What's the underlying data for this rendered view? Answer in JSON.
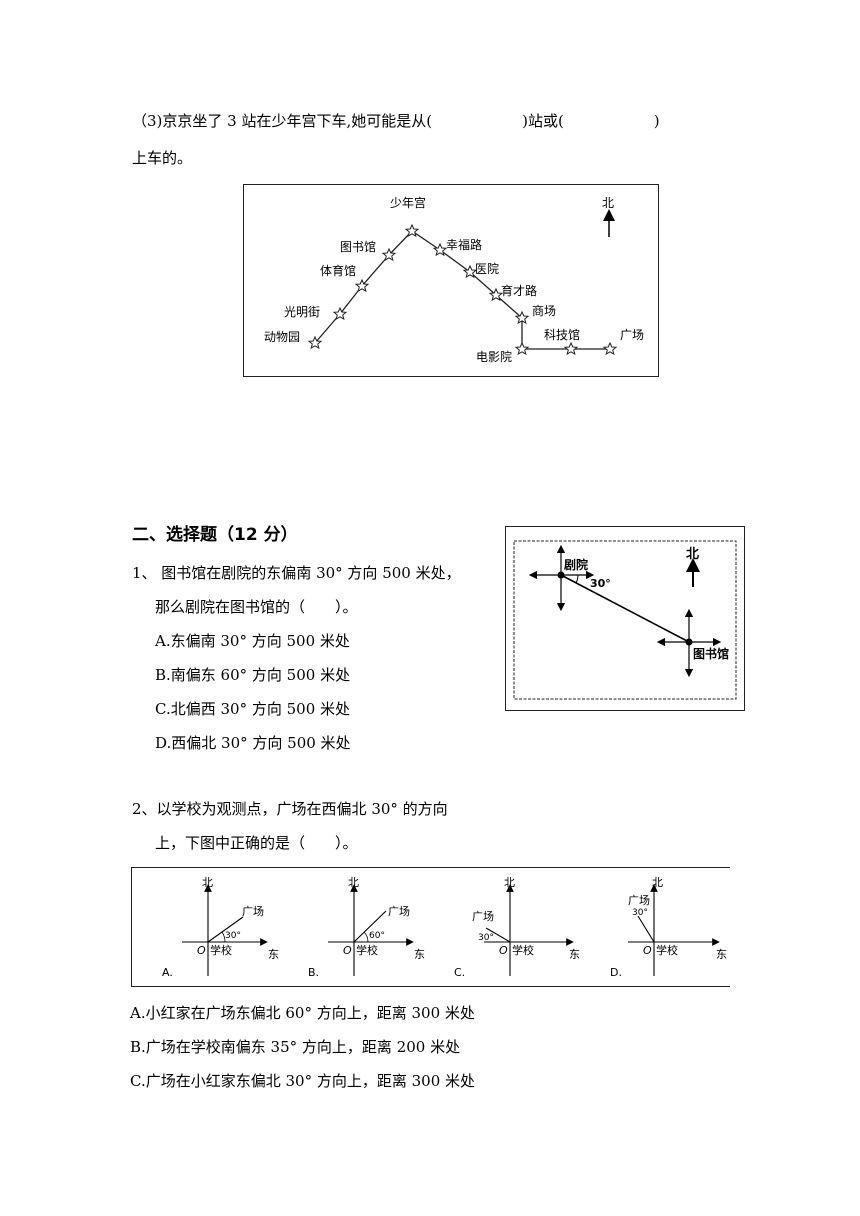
{
  "q3": {
    "line1": "（3)京京坐了 3 站在少年宫下车,她可能是从(　　　　　　)站或(　　　　　　)",
    "line2": "上车的。"
  },
  "route_map": {
    "north": "北",
    "stations": [
      "少年宫",
      "图书馆",
      "体育馆",
      "光明街",
      "动物园",
      "幸福路",
      "医院",
      "育才路",
      "商场",
      "电影院",
      "科技馆",
      "广场"
    ]
  },
  "section2": {
    "title": "二、选择题（12 分）"
  },
  "q1": {
    "stem1": "1、 图书馆在剧院的东偏南 30°  方向 500 米处，",
    "stem2": "那么剧院在图书馆的（　　）。",
    "options": [
      "A.东偏南 30°  方向 500 米处",
      "B.南偏东 60°  方向 500 米处",
      "C.北偏西 30°  方向 500 米处",
      "D.西偏北 30°  方向 500 米处"
    ],
    "figure": {
      "theater": "剧院",
      "library": "图书馆",
      "angle": "30°",
      "north": "北"
    }
  },
  "q2": {
    "stem1": "2、以学校为观测点，广场在西偏北 30°  的方向",
    "stem2": "上，下图中正确的是（　　）。",
    "panels": [
      {
        "letter": "A.",
        "angle": "30°"
      },
      {
        "letter": "B.",
        "angle": "60°"
      },
      {
        "letter": "C.",
        "angle": "30°"
      },
      {
        "letter": "D.",
        "angle": "30°"
      }
    ],
    "north": "北",
    "east": "东",
    "origin": "O",
    "school": "学校",
    "square": "广场",
    "options": [
      "A.小红家在广场东偏北 60°  方向上，距离 300 米处",
      "B.广场在学校南偏东 35°  方向上，距离 200 米处",
      "C.广场在小红家东偏北 30°  方向上，距离 300 米处"
    ]
  }
}
